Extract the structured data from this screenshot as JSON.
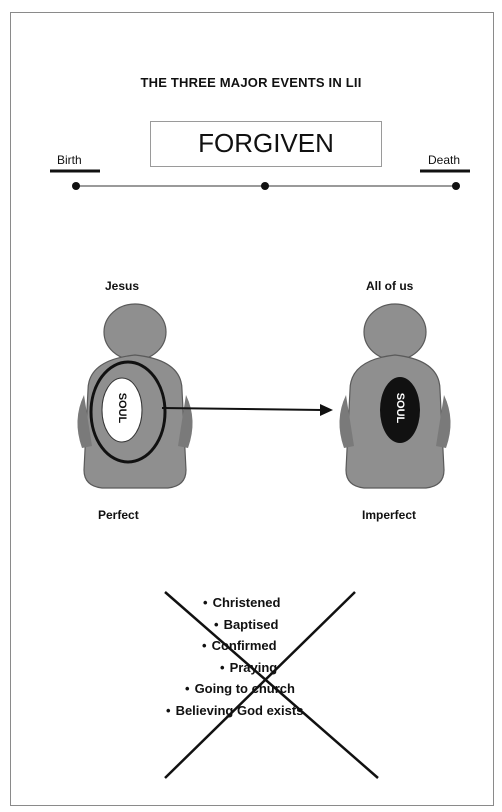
{
  "title": "THE THREE MAJOR EVENTS IN LII",
  "banner": "FORGIVEN",
  "timeline": {
    "start_label": "Birth",
    "end_label": "Death"
  },
  "figures": {
    "left": {
      "top_label": "Jesus",
      "soul_text": "SOUL",
      "bottom_label": "Perfect"
    },
    "right": {
      "top_label": "All of us",
      "soul_text": "SOUL",
      "bottom_label": "Imperfect"
    }
  },
  "crossed_list": [
    "Christened",
    "Baptised",
    "Confirmed",
    "Praying",
    "Going to church",
    "Believing God exists"
  ]
}
